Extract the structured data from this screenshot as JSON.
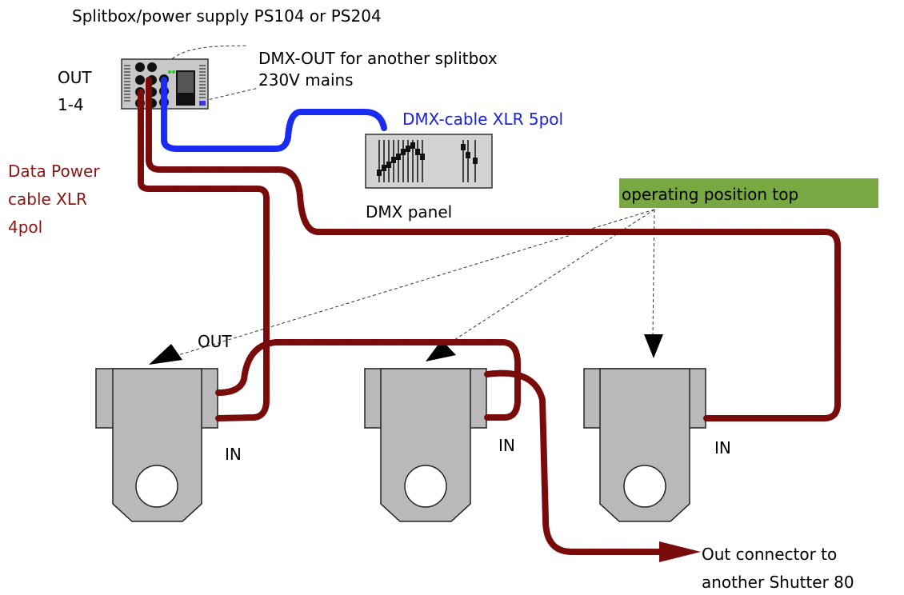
{
  "labels": {
    "splitbox_title": "Splitbox/power supply PS104 or PS204",
    "out_line1": "OUT",
    "out_line2": "1-4",
    "dmx_out_line1": "DMX-OUT for another splitbox",
    "dmx_out_line2": "230V mains",
    "dmx_cable": "DMX-cable XLR 5pol",
    "dmx_panel": "DMX panel",
    "data_power_line1": "Data Power",
    "data_power_line2": "cable XLR",
    "data_power_line3": "4pol",
    "operating_position": "operating position top",
    "fixture1_out": "OUT",
    "fixture1_in": "IN",
    "fixture2_in": "IN",
    "fixture3_in": "IN",
    "out_connector_line1": "Out connector to",
    "out_connector_line2": "another Shutter 80"
  },
  "colors": {
    "power_cable": "#7a0b0b",
    "dmx_cable": "#1b2cf2",
    "operating_position_bg": "#78a842",
    "device_fill": "#b9b9b9",
    "red_text": "#8b1414",
    "blue_text": "#1a22e6"
  },
  "icons": {
    "splitbox": "splitbox-device-icon",
    "dmx_panel": "dmx-fader-panel-icon",
    "fixture": "shutter-fixture-icon",
    "arrow": "arrow-head-icon"
  }
}
